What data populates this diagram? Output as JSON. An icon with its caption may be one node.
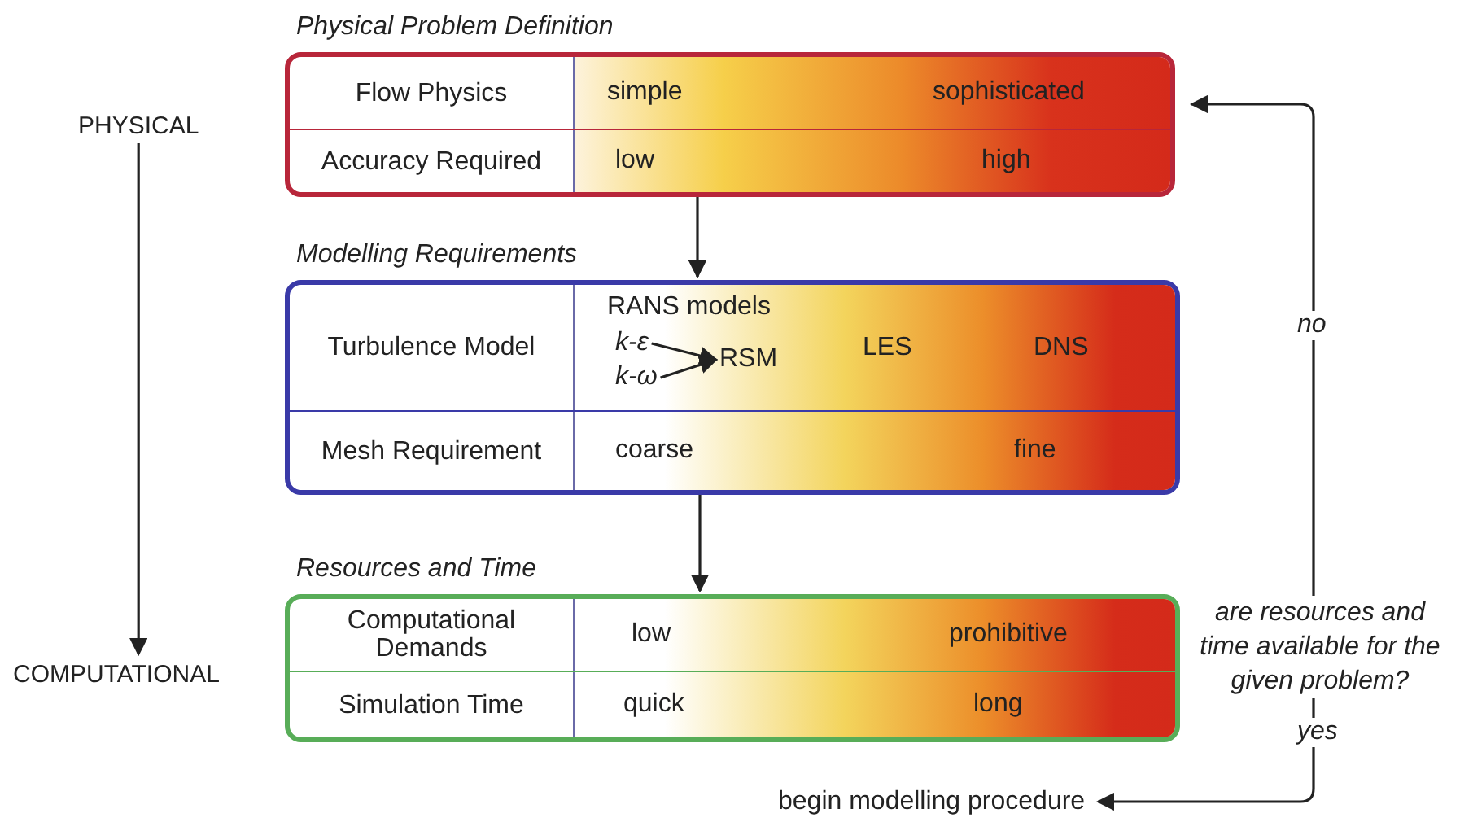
{
  "diagram": {
    "nodes": [
      {
        "text": [
          "Physical Problem Definition"
        ]
      },
      {
        "text": [
          "Modelling Requirements"
        ]
      },
      {
        "text": [
          "k-ε"
        ],
        "in": 1
      },
      {
        "text": [
          "k-ω"
        ],
        "in": 1
      },
      {
        "text": [
          "RSM"
        ],
        "in": 1
      },
      {
        "text": [
          "Resources and Time"
        ]
      },
      {
        "text": [
          "are resources and time available for the given problem?"
        ]
      },
      {
        "text": [
          "begin modelling procedure"
        ]
      },
      {
        "text": [
          "PHYSICAL"
        ]
      },
      {
        "text": [
          "COMPUTATIONAL"
        ]
      }
    ],
    "edges": [
      {
        "from": 0,
        "to": 1,
        "arrow": "to"
      },
      {
        "from": 1,
        "to": 5,
        "arrow": "to"
      },
      {
        "from": 2,
        "to": 4,
        "arrow": "to"
      },
      {
        "from": 3,
        "to": 4,
        "arrow": "to"
      },
      {
        "from": 6,
        "to": 0,
        "arrow": "to",
        "label": "no"
      },
      {
        "from": 6,
        "to": 7,
        "arrow": "to",
        "label": "yes"
      },
      {
        "from": 8,
        "to": 9,
        "arrow": "to"
      }
    ],
    "labels": [
      "Flow Physics",
      "simple",
      "sophisticated",
      "Accuracy Required",
      "low",
      "high",
      "Turbulence Model",
      "RANS models",
      "LES",
      "DNS",
      "Mesh Requirement",
      "coarse",
      "fine",
      "Computational Demands",
      "low",
      "prohibitive",
      "Simulation Time",
      "quick",
      "long"
    ]
  }
}
